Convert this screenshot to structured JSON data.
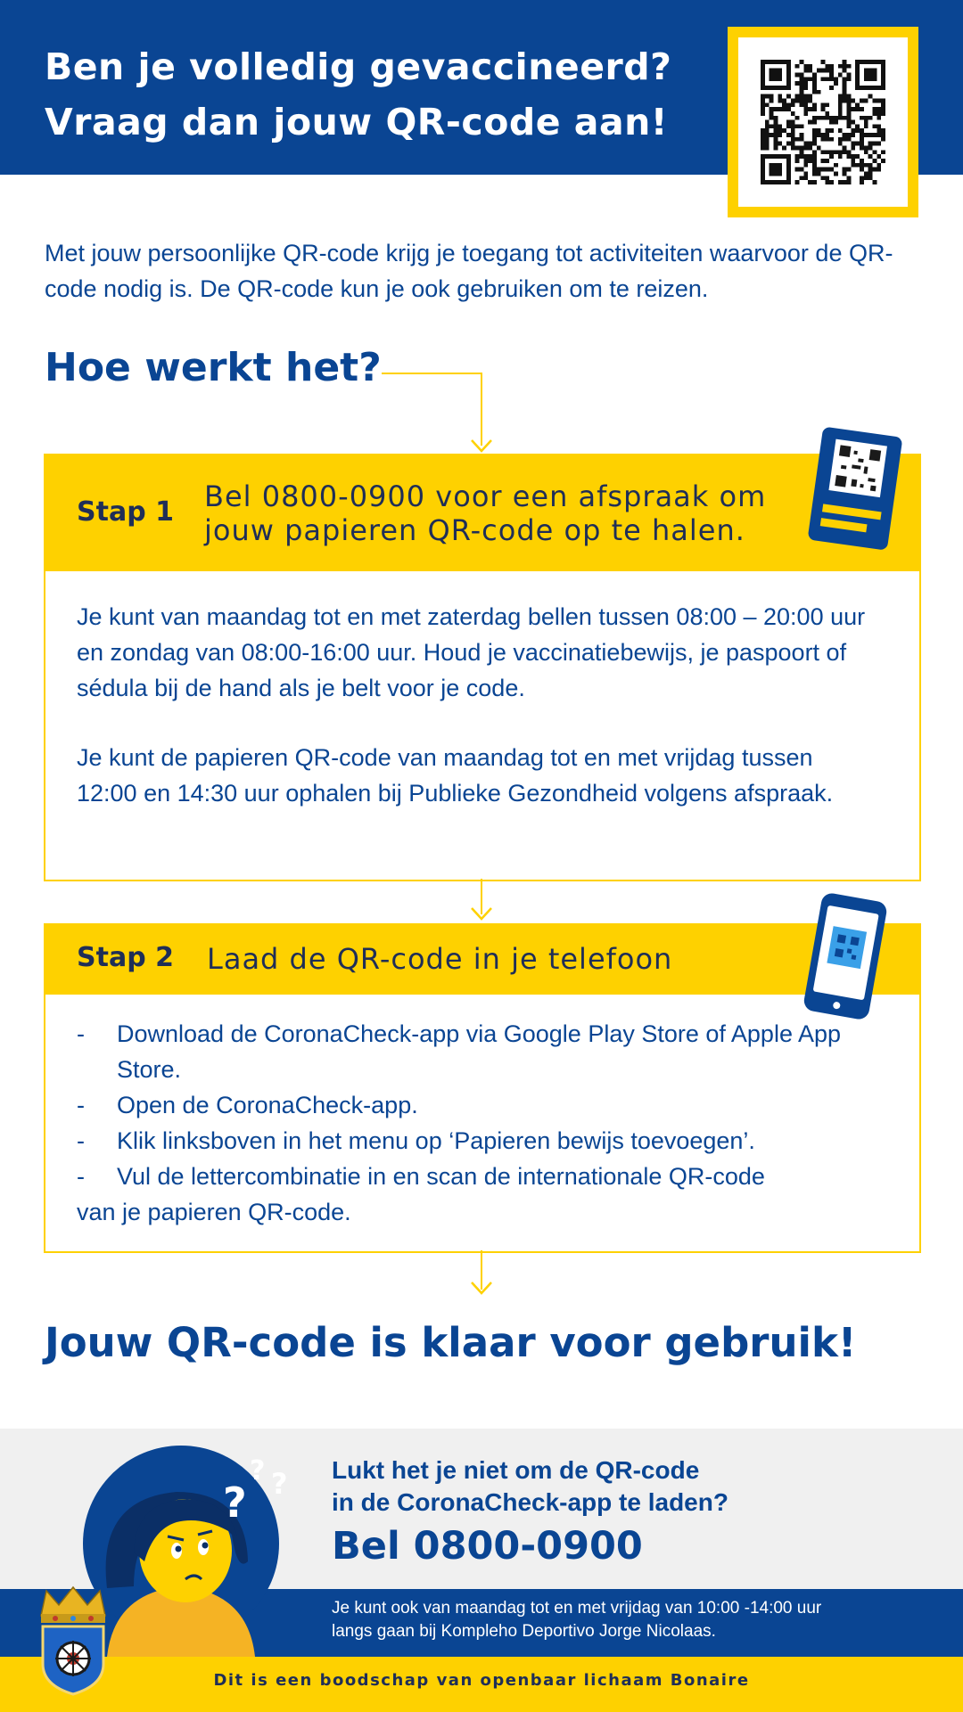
{
  "header": {
    "title_line1": "Ben je volledig gevaccineerd?",
    "title_line2": "Vraag dan jouw QR-code aan!"
  },
  "intro": "Met jouw persoonlijke QR-code krijg je toegang tot activiteiten waarvoor de QR-code nodig is. De QR-code kun je ook gebruiken om te reizen.",
  "how_title": "Hoe werkt het?",
  "step1": {
    "label": "Stap 1",
    "title": "Bel 0800-0900 voor een afspraak om jouw papieren QR-code op te halen.",
    "paragraph1": "Je kunt van maandag tot en met zaterdag bellen tussen 08:00 – 20:00 uur en zondag van 08:00-16:00 uur. Houd je vaccinatiebewijs, je paspoort of sédula bij de hand als je belt voor je code.",
    "paragraph2": "Je kunt de papieren QR-code van maandag tot en met vrijdag tussen 12:00 en 14:30 uur ophalen bij Publieke Gezondheid volgens afspraak."
  },
  "step2": {
    "label": "Stap 2",
    "title": "Laad de QR-code in je telefoon",
    "items": [
      "Download de CoronaCheck-app via Google Play Store of Apple App Store.",
      "Open de CoronaCheck-app.",
      "Klik linksboven in het menu op ‘Papieren bewijs toevoegen’."
    ],
    "last_item_line1": "Vul de lettercombinatie in en scan de internationale QR-code",
    "last_item_line2": "van je papieren QR-code."
  },
  "ready": "Jouw QR-code is klaar voor gebruik!",
  "help": {
    "question_line1": "Lukt het je niet om de QR-code",
    "question_line2": "in de CoronaCheck-app te laden?",
    "phone": "Bel 0800-0900",
    "visit_line1": "Je kunt ook van maandag tot en met vrijdag van 10:00 -14:00 uur",
    "visit_line2": "langs gaan bij Kompleho Deportivo Jorge Nicolaas."
  },
  "footer": "Dit is een boodschap van openbaar lichaam Bonaire",
  "colors": {
    "blue": "#0a4593",
    "yellow": "#fed100",
    "dark": "#1f2e57",
    "light_gray": "#f0f0f0"
  },
  "icons": [
    "qr-code-icon",
    "qr-card-icon",
    "phone-qr-icon",
    "confused-person-icon",
    "bonaire-coat-of-arms"
  ]
}
